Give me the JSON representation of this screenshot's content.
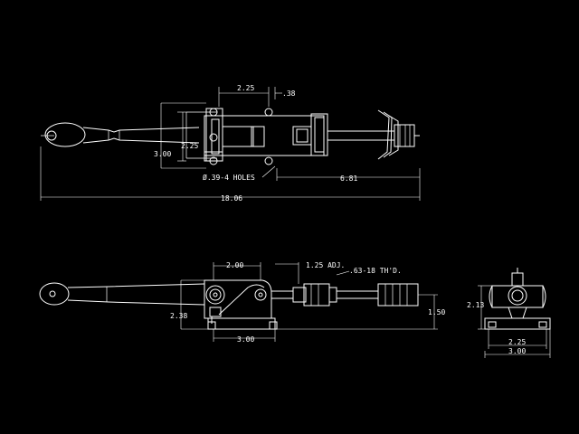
{
  "colors": {
    "background": "#000000",
    "lines": "#ffffff"
  },
  "top_view": {
    "dim_225_top": "2.25",
    "dim_38": ".38",
    "dim_300": "3.00",
    "dim_225_mid": "2.25",
    "holes_note": "Ø.39-4 HOLES",
    "dim_681": "6.81",
    "dim_overall": "18.06"
  },
  "side_view": {
    "dim_200": "2.00",
    "dim_125_adj": "1.25 ADJ.",
    "thread_note": ".63-18 TH'D.",
    "dim_238": "2.38",
    "dim_300": "3.00",
    "dim_150": "1.50"
  },
  "end_view": {
    "dim_213": "2.13",
    "dim_225": "2.25",
    "dim_300": "3.00"
  }
}
